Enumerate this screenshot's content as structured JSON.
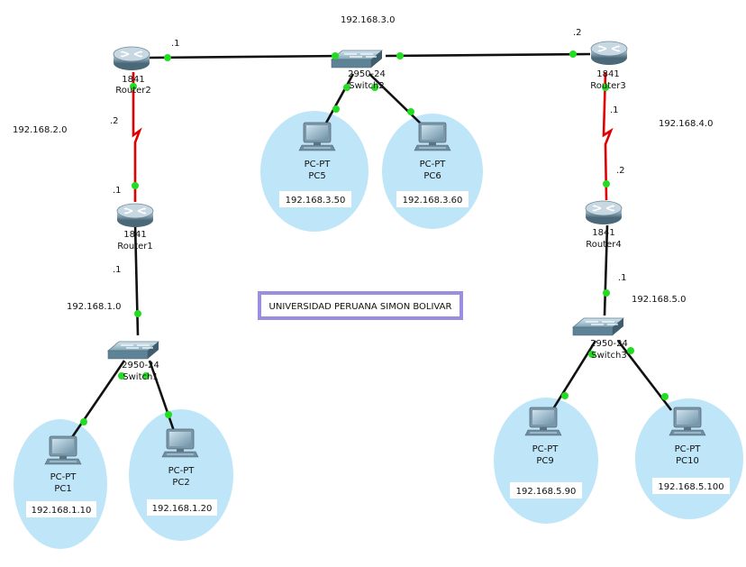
{
  "colors": {
    "link": "#111111",
    "serial": "#e00000",
    "port": "#22dd22",
    "cloud": "#bfe6f8",
    "title_border": "#9a8ee0"
  },
  "networks": {
    "n1": "192.168.1.0",
    "n2": "192.168.2.0",
    "n3": "192.168.3.0",
    "n4": "192.168.4.0",
    "n5": "192.168.5.0"
  },
  "iface": {
    "r2_top": ".1",
    "r2_bottom": ".2",
    "r1_top": ".1",
    "r1_bottom": ".1",
    "r3_top": ".2",
    "r3_bottom": ".1",
    "r4_top": ".2",
    "r4_bottom": ".1"
  },
  "devices": {
    "router1": {
      "model": "1841",
      "name": "Router1"
    },
    "router2": {
      "model": "1841",
      "name": "Router2"
    },
    "router3": {
      "model": "1841",
      "name": "Router3"
    },
    "router4": {
      "model": "1841",
      "name": "Router4"
    },
    "switch1": {
      "model": "2950-24",
      "name": "Switch1"
    },
    "switch2": {
      "model": "2950-24",
      "name": "Switch2"
    },
    "switch3": {
      "model": "2950-24",
      "name": "Switch3"
    },
    "pc1": {
      "type": "PC-PT",
      "name": "PC1",
      "ip": "192.168.1.10"
    },
    "pc2": {
      "type": "PC-PT",
      "name": "PC2",
      "ip": "192.168.1.20"
    },
    "pc5": {
      "type": "PC-PT",
      "name": "PC5",
      "ip": "192.168.3.50"
    },
    "pc6": {
      "type": "PC-PT",
      "name": "PC6",
      "ip": "192.168.3.60"
    },
    "pc9": {
      "type": "PC-PT",
      "name": "PC9",
      "ip": "192.168.5.90"
    },
    "pc10": {
      "type": "PC-PT",
      "name": "PC10",
      "ip": "192.168.5.100"
    }
  },
  "title": "UNIVERSIDAD PERUANA SIMON BOLIVAR"
}
